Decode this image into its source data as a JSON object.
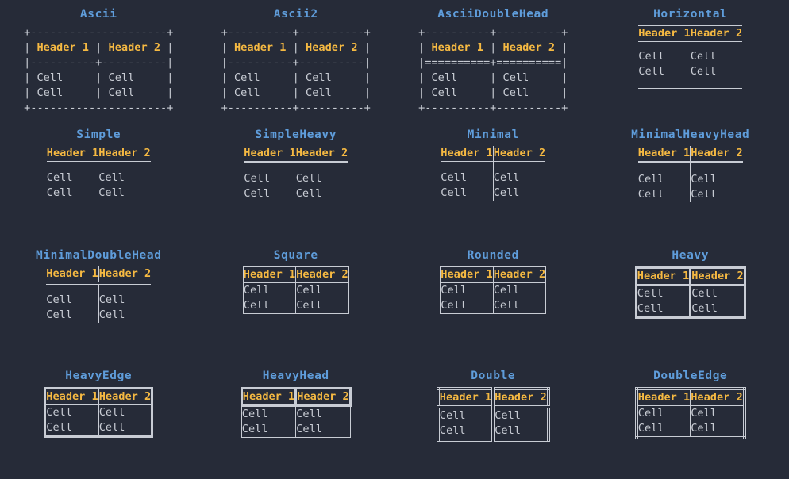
{
  "palette": {
    "background": "#262b38",
    "title": "#5f9ddb",
    "header_text": "#f5b942",
    "body_text": "#c8ccd4",
    "line": "#c8ccd4"
  },
  "table_content": {
    "headers": [
      "Header 1",
      "Header 2"
    ],
    "rows": [
      [
        "Cell",
        "Cell"
      ],
      [
        "Cell",
        "Cell"
      ]
    ]
  },
  "boxes": [
    {
      "name": "Ascii",
      "render": "ascii",
      "art": [
        "+---------+---------+",
        "| Header 1 | Header 2 |",
        "|---------+---------|",
        "| Cell    | Cell    |",
        "| Cell    | Cell    |",
        "+---------+---------+"
      ]
    },
    {
      "name": "Ascii2",
      "render": "ascii",
      "art": [
        "+---------+---------+",
        "| Header 1 | Header 2 |",
        "|---------+---------|",
        "| Cell    | Cell    |",
        "| Cell    | Cell    |",
        "+---------+---------+"
      ]
    },
    {
      "name": "AsciiDoubleHead",
      "render": "ascii",
      "art": [
        "+---------+---------+",
        "| Header 1 | Header 2 |",
        "|=========+=========|",
        "| Cell    | Cell    |",
        "| Cell    | Cell    |",
        "+---------+---------+"
      ]
    },
    {
      "name": "Horizontal",
      "render": "drawn",
      "variant": "t-horizontal"
    },
    {
      "name": "Simple",
      "render": "drawn",
      "variant": "t-simple"
    },
    {
      "name": "SimpleHeavy",
      "render": "drawn",
      "variant": "t-simpleheavy"
    },
    {
      "name": "Minimal",
      "render": "drawn",
      "variant": "t-minimal"
    },
    {
      "name": "MinimalHeavyHead",
      "render": "drawn",
      "variant": "t-minimalheavyhead"
    },
    {
      "name": "MinimalDoubleHead",
      "render": "drawn",
      "variant": "t-minimaldoublehead"
    },
    {
      "name": "Square",
      "render": "drawn",
      "variant": "t-square",
      "pad": true
    },
    {
      "name": "Rounded",
      "render": "drawn",
      "variant": "t-rounded",
      "pad": true
    },
    {
      "name": "Heavy",
      "render": "drawn",
      "variant": "t-heavy"
    },
    {
      "name": "HeavyEdge",
      "render": "drawn",
      "variant": "t-heavyedge",
      "pad": true
    },
    {
      "name": "HeavyHead",
      "render": "drawn",
      "variant": "t-heavyhead",
      "pad": true
    },
    {
      "name": "Double",
      "render": "drawn",
      "variant": "t-double",
      "pad": true
    },
    {
      "name": "DoubleEdge",
      "render": "drawn",
      "variant": "t-doubleedge",
      "pad": true
    }
  ]
}
